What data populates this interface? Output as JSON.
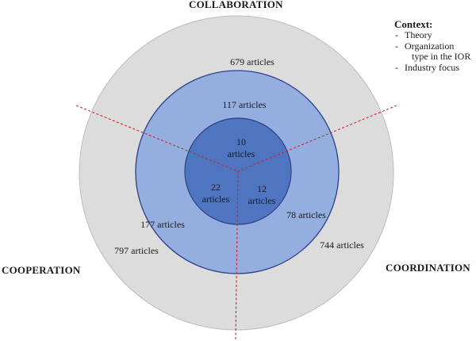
{
  "pillars": {
    "top": "COLLABORATION",
    "left": "COOPERATION",
    "right": "COORDINATION"
  },
  "context": {
    "title": "Context:",
    "items": [
      "Theory",
      "Organization",
      "   type in the IOR",
      "Industry focus"
    ]
  },
  "rings": {
    "outer": {
      "fill": "#dcdcdc",
      "stroke": "#bdbdbd"
    },
    "middle": {
      "fill": "#94aee0",
      "stroke": "#2c3f8a"
    },
    "inner": {
      "fill": "#4f75c0",
      "stroke": "#2a3f86"
    }
  },
  "divider_color": "#d0242c",
  "labels": {
    "outer_collaboration": "679 articles",
    "outer_cooperation": "797 articles",
    "outer_coordination": "744 articles",
    "middle_collaboration": "117 articles",
    "middle_cooperation": "177 articles",
    "middle_coordination": "78 articles",
    "inner_collaboration_num": "10",
    "inner_collaboration_word": "articles",
    "inner_cooperation_num": "22",
    "inner_cooperation_word": "articles",
    "inner_coordination_num": "12",
    "inner_coordination_word": "articles"
  }
}
